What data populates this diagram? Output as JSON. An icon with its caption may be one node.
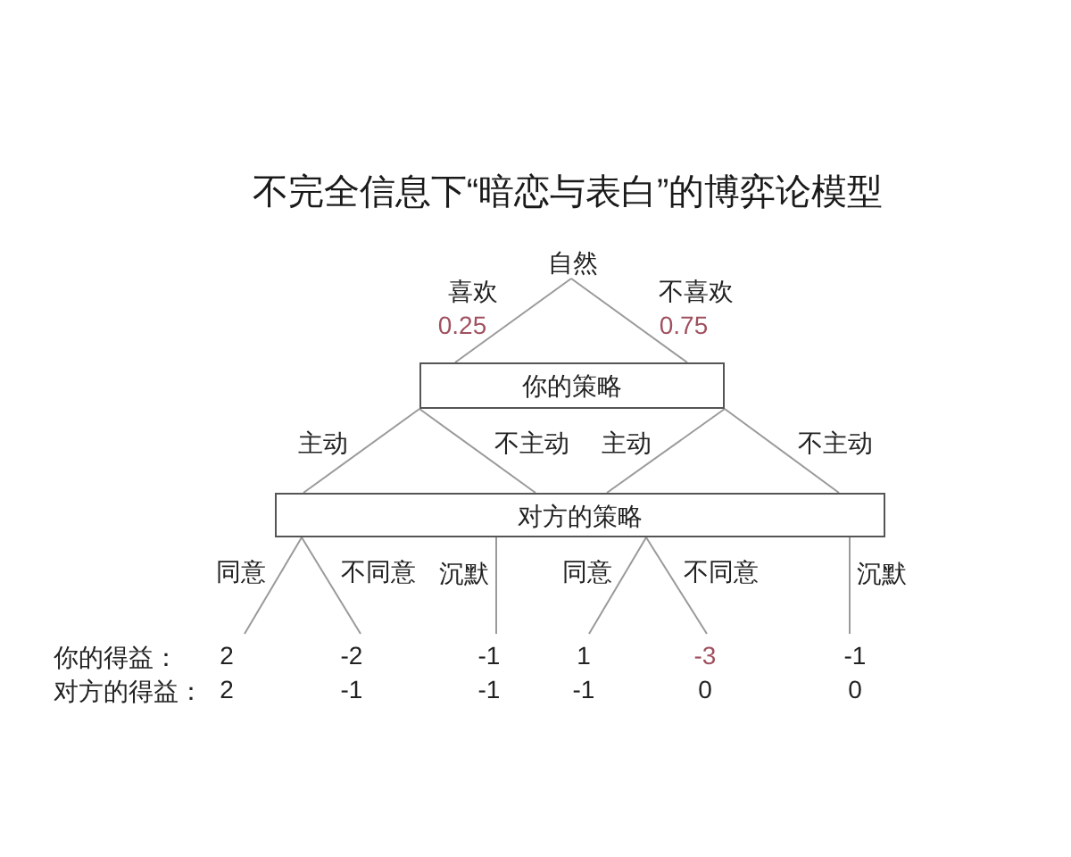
{
  "diagram": {
    "title": "不完全信息下“暗恋与表白”的博弈论模型",
    "nodes": [
      {
        "text": [
          "自然"
        ]
      },
      {
        "text": [
          "你的策略"
        ]
      },
      {
        "text": [
          "对方的策略"
        ]
      },
      {
        "text": [
          "2",
          "2"
        ]
      },
      {
        "text": [
          "-2",
          "-1"
        ]
      },
      {
        "text": [
          "-1",
          "-1"
        ]
      },
      {
        "text": [
          "1",
          "-1"
        ]
      },
      {
        "text": [
          "-3",
          "0"
        ]
      },
      {
        "text": [
          "-1",
          "0"
        ]
      }
    ],
    "edges": [
      {
        "from": 0,
        "to": 1,
        "arrow": "none",
        "label": "喜欢"
      },
      {
        "from": 0,
        "to": 1,
        "arrow": "none",
        "label": "不喜欢"
      },
      {
        "from": 1,
        "to": 2,
        "arrow": "none",
        "label": "主动"
      },
      {
        "from": 1,
        "to": 2,
        "arrow": "none",
        "label": "不主动"
      },
      {
        "from": 1,
        "to": 2,
        "arrow": "none",
        "label": "主动"
      },
      {
        "from": 1,
        "to": 2,
        "arrow": "none",
        "label": "不主动"
      },
      {
        "from": 2,
        "to": 3,
        "arrow": "none",
        "label": "同意"
      },
      {
        "from": 2,
        "to": 4,
        "arrow": "none",
        "label": "不同意"
      },
      {
        "from": 2,
        "to": 5,
        "arrow": "none",
        "label": "沉默"
      },
      {
        "from": 2,
        "to": 6,
        "arrow": "none",
        "label": "同意"
      },
      {
        "from": 2,
        "to": 7,
        "arrow": "none",
        "label": "不同意"
      },
      {
        "from": 2,
        "to": 8,
        "arrow": "none",
        "label": "沉默"
      }
    ],
    "labels": [
      "0.25",
      "0.75",
      "你的得益：",
      "对方的得益："
    ]
  }
}
